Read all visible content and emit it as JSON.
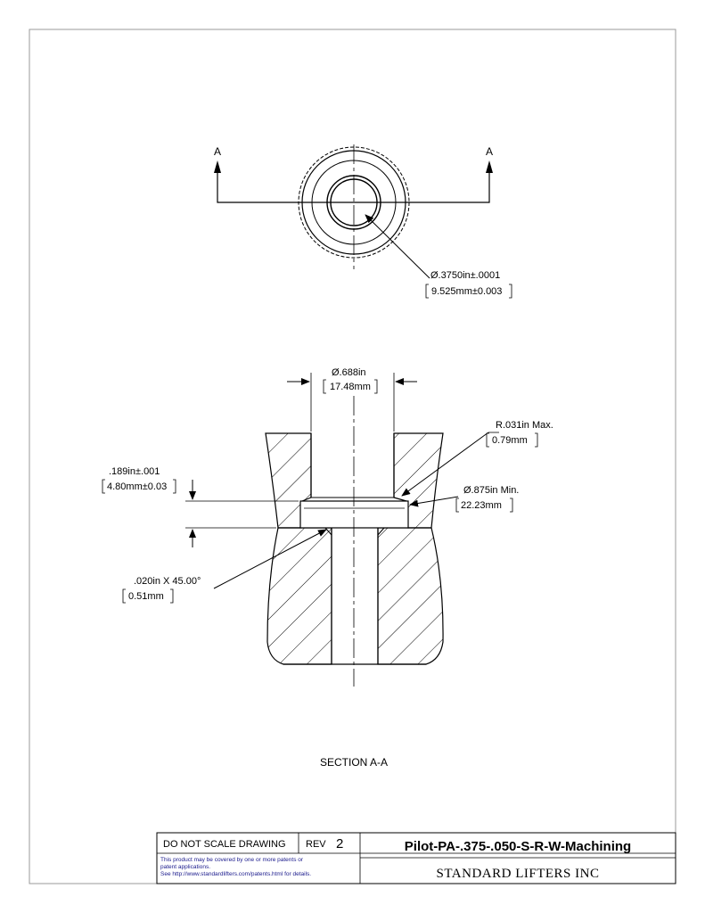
{
  "top_view": {
    "section_mark_left": "A",
    "section_mark_right": "A",
    "bore_dia_in": "Ø.3750in±.0001",
    "bore_dia_mm": "9.525mm±0.003"
  },
  "section_view": {
    "counterbore_dia_in": "Ø.688in",
    "counterbore_dia_mm": "17.48mm",
    "radius_in": "R.031in  Max.",
    "radius_mm": "0.79mm",
    "undercut_dia_in": "Ø.875in  Min.",
    "undercut_dia_mm": "22.23mm",
    "depth_in": ".189in±.001",
    "depth_mm": "4.80mm±0.03",
    "chamfer_in": ".020in   X 45.00°",
    "chamfer_mm": "0.51mm",
    "caption": "SECTION A-A"
  },
  "title_block": {
    "scale_note": "DO NOT SCALE DRAWING",
    "rev_label": "REV",
    "rev_value": "2",
    "part_number": "Pilot-PA-.375-.050-S-R-W-Machining",
    "patent_line1": "This product may be covered by one or more patents or",
    "patent_line2": "patent applications.",
    "patent_line3": "See http://www.standardlifters.com/patents.html for details.",
    "company": "STANDARD LIFTERS INC"
  }
}
